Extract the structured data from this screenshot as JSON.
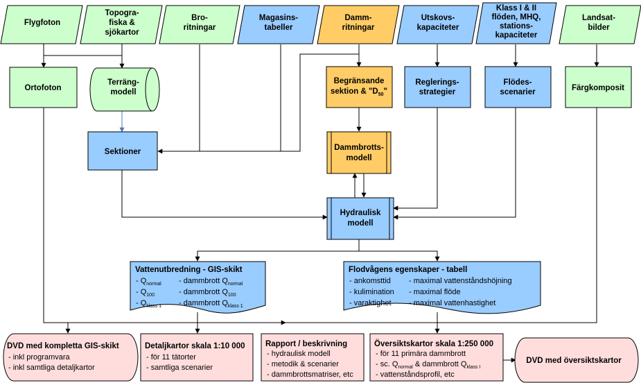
{
  "colors": {
    "green": "#ccffcc",
    "blue": "#99ccff",
    "orange": "#ffcc66",
    "pink": "#ffdddd",
    "line": "#000000",
    "blue_line": "#4a78b8"
  },
  "inputs": {
    "flygfoton": [
      "Flygfoton"
    ],
    "topo": [
      "Topogra-",
      "fiska &",
      "sjökartor"
    ],
    "bro": [
      "Bro-",
      "ritningar"
    ],
    "magasin": [
      "Magasins-",
      "tabeller"
    ],
    "damm": [
      "Damm-",
      "ritningar"
    ],
    "utskov": [
      "Utskovs-",
      "kapaciteter"
    ],
    "klass": [
      "Klass I & II",
      "flöden, MHQ,",
      "stations-",
      "kapaciteter"
    ],
    "landsat": [
      "Landsat-",
      "bilder"
    ]
  },
  "process": {
    "ortofoton": [
      "Ortofoton"
    ],
    "terrang": [
      "Terräng-",
      "modell"
    ],
    "begransande": {
      "line1": "Begränsande",
      "line2": "sektion & \"D",
      "sub": "50",
      "end": "\""
    },
    "reglering": [
      "Reglerings-",
      "strategier"
    ],
    "flodes": [
      "Flödes-",
      "scenarier"
    ],
    "fargkomposit": [
      "Färgkomposit"
    ],
    "sektioner": [
      "Sektioner"
    ],
    "dammbrott": [
      "Dammbrotts-",
      "modell"
    ],
    "hydraulisk": [
      "Hydraulisk",
      "modell"
    ]
  },
  "vatten": {
    "title": "Vattenutbredning - GIS-skikt",
    "left": [
      {
        "pre": "- Q",
        "sub": "normal"
      },
      {
        "pre": "- Q",
        "sub": "100"
      },
      {
        "pre": "- Q",
        "sub": "klass 1"
      }
    ],
    "right": [
      {
        "pre": "- dammbrott Q",
        "sub": "normal"
      },
      {
        "pre": "- dammbrott Q",
        "sub": "100"
      },
      {
        "pre": "- dammbrott Q",
        "sub": "klass 1"
      }
    ]
  },
  "flodvag": {
    "title": "Flodvågens egenskaper - tabell",
    "left": [
      "- ankomsttid",
      "- kulimination",
      "- varaktighet"
    ],
    "right": [
      "- maximal vattenståndshöjning",
      "- maximal flöde",
      "- maximal vattenhastighet"
    ]
  },
  "outputs": {
    "dvd_gis": {
      "title": "DVD med kompletta GIS-skikt",
      "items": [
        "- inkl programvara",
        "- inkl samtliga detaljkartor"
      ]
    },
    "detalj": {
      "title": "Detaljkartor skala 1:10 000",
      "items": [
        "- för 11 tätorter",
        "- samtliga scenarier"
      ]
    },
    "rapport": {
      "title": "Rapport / beskrivning",
      "items": [
        "- hydraulisk modell",
        "- metodik & scenarier",
        "- dammbrottsmatriser, etc"
      ]
    },
    "oversikt": {
      "title": "Översiktskartor skala 1:250 000",
      "item1": "- för 11 primära dammbrott",
      "item2": {
        "a": "- sc. Q",
        "a_sub": "normal",
        "b": "  &  dammbrott Q",
        "b_sub": "klass I"
      },
      "item3": "- vattenståndsprofil, etc"
    },
    "dvd_oversikt": {
      "title": "DVD med översiktskartor"
    }
  }
}
